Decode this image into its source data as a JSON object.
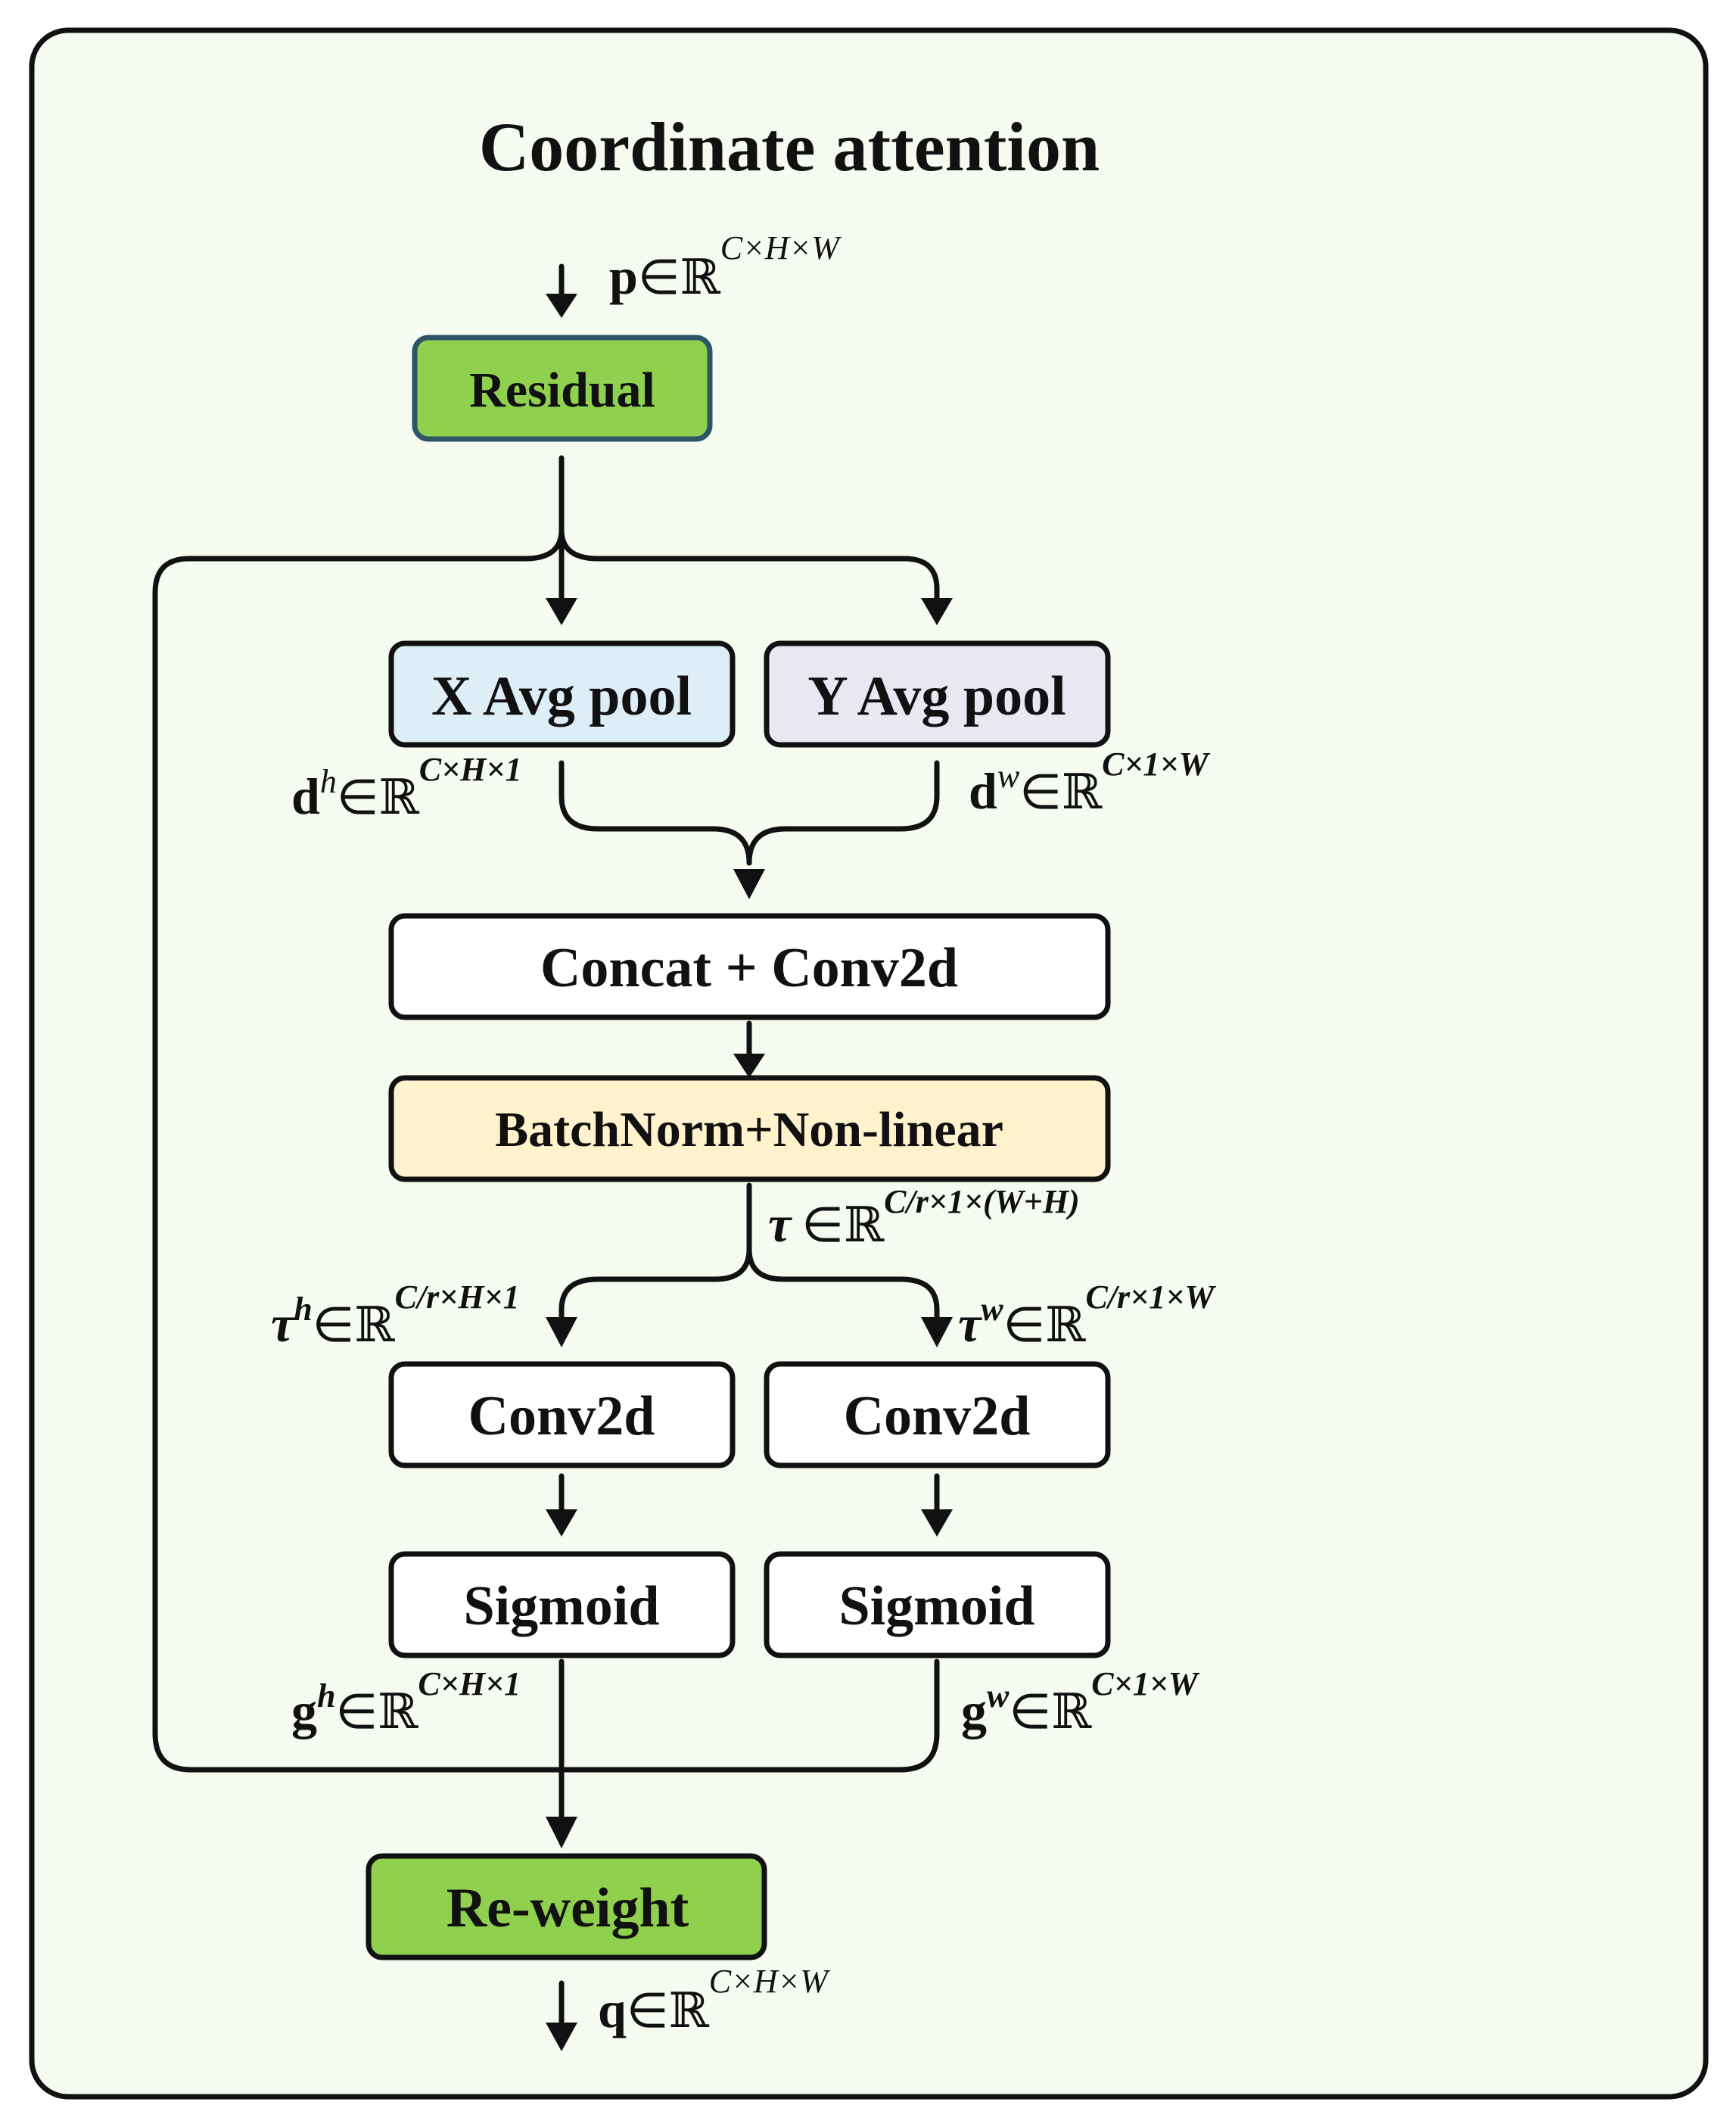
{
  "title": "Coordinate attention",
  "nodes": {
    "residual": {
      "label": "Residual",
      "fill": "#8fd14f"
    },
    "x_avg_pool": {
      "label": "X Avg pool",
      "fill": "#deeef6"
    },
    "y_avg_pool": {
      "label": "Y Avg pool",
      "fill": "#e9e7f0"
    },
    "concat_conv2d": {
      "label": "Concat + Conv2d",
      "fill": "#ffffff"
    },
    "batchnorm": {
      "label": "BatchNorm+Non-linear",
      "fill": "#fff2cc"
    },
    "conv2d_h": {
      "label": "Conv2d",
      "fill": "#ffffff"
    },
    "conv2d_w": {
      "label": "Conv2d",
      "fill": "#ffffff"
    },
    "sigmoid_h": {
      "label": "Sigmoid",
      "fill": "#ffffff"
    },
    "sigmoid_w": {
      "label": "Sigmoid",
      "fill": "#ffffff"
    },
    "reweight": {
      "label": "Re-weight",
      "fill": "#8fd14f"
    }
  },
  "annotations": {
    "input": {
      "symbol": "p",
      "sup": "",
      "set": "ℝ",
      "dims": "C×H×W"
    },
    "dh": {
      "symbol": "d",
      "sup": "h",
      "set": "ℝ",
      "dims": "C×H×1"
    },
    "dw": {
      "symbol": "d",
      "sup": "w",
      "set": "ℝ",
      "dims": "C×1×W"
    },
    "tau": {
      "symbol": "τ",
      "sup": "",
      "set": "ℝ",
      "dims": "C/r×1×(W+H)"
    },
    "tau_h": {
      "symbol": "τ",
      "sup": "h",
      "set": "ℝ",
      "dims": "C/r×H×1"
    },
    "tau_w": {
      "symbol": "τ",
      "sup": "w",
      "set": "ℝ",
      "dims": "C/r×1×W"
    },
    "gh": {
      "symbol": "g",
      "sup": "h",
      "set": "ℝ",
      "dims": "C×H×1"
    },
    "gw": {
      "symbol": "g",
      "sup": "w",
      "set": "ℝ",
      "dims": "C×1×W"
    },
    "output": {
      "symbol": "q",
      "sup": "",
      "set": "ℝ",
      "dims": "C×H×W"
    }
  },
  "member_symbol": "∈",
  "frame_fill": "#f5fbf1"
}
